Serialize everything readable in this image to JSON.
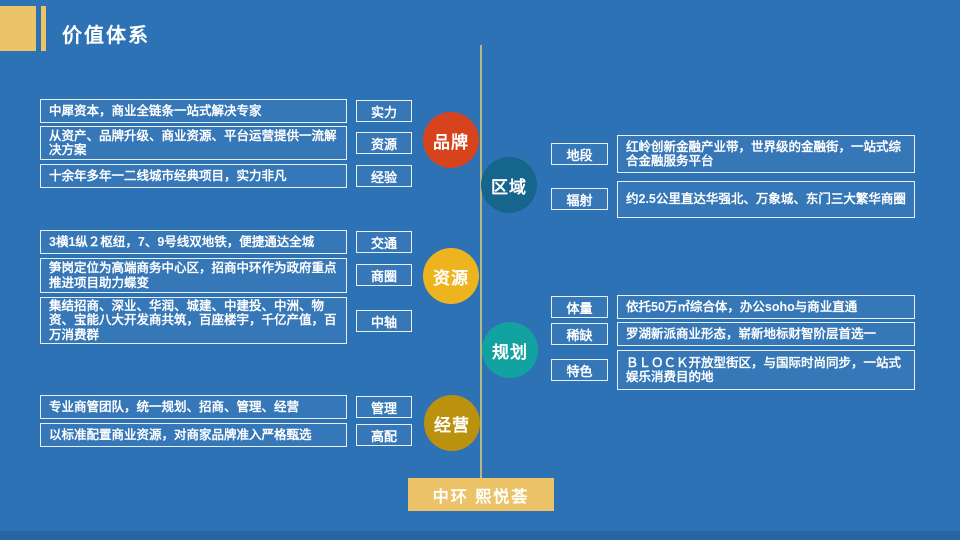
{
  "header": {
    "title": "价值体系"
  },
  "nodes": {
    "pinpai": "品牌",
    "quyu": "区域",
    "ziyuan": "资源",
    "guihua": "规划",
    "jingying": "经营"
  },
  "left": {
    "group1": {
      "items": [
        {
          "text": "中犀资本，商业全链条一站式解决专家",
          "tag": "实力"
        },
        {
          "text": "从资产、品牌升级、商业资源、平台运营提供一流解决方案",
          "tag": "资源"
        },
        {
          "text": "十余年多年一二线城市经典项目，实力非凡",
          "tag": "经验"
        }
      ]
    },
    "group2": {
      "items": [
        {
          "text": "3横1纵２枢纽，7、9号线双地铁，便捷通达全城",
          "tag": "交通"
        },
        {
          "text": "笋岗定位为高端商务中心区，招商中环作为政府重点推进项目助力蝶变",
          "tag": "商圈"
        },
        {
          "text": "集结招商、深业、华润、城建、中建投、中洲、物资、宝能八大开发商共筑，百座楼宇，千亿产值，百万消费群",
          "tag": "中轴"
        }
      ]
    },
    "group3": {
      "items": [
        {
          "text": "专业商管团队，统一规划、招商、管理、经营",
          "tag": "管理"
        },
        {
          "text": "以标准配置商业资源，对商家品牌准入严格甄选",
          "tag": "高配"
        }
      ]
    }
  },
  "right": {
    "group1": {
      "items": [
        {
          "tag": "地段",
          "text": "红岭创新金融产业带，世界级的金融街，一站式综合金融服务平台"
        },
        {
          "tag": "辐射",
          "text": "约2.5公里直达华强北、万象城、东门三大繁华商圈"
        }
      ]
    },
    "group2": {
      "items": [
        {
          "tag": "体量",
          "text": "依托50万㎡综合体，办公soho与商业直通"
        },
        {
          "tag": "稀缺",
          "text": "罗湖新派商业形态，崭新地标财智阶层首选一"
        },
        {
          "tag": "特色",
          "text": "ＢＬＯＣＫ开放型街区，与国际时尚同步，一站式娱乐消费目的地"
        }
      ]
    }
  },
  "brand": {
    "label": "中环 熙悦荟"
  },
  "colors": {
    "background": "#2e72b6",
    "gold_accent": "#ecc368",
    "spine": "#b5ba84",
    "node_pinpai": "#d7431d",
    "node_quyu": "#15658c",
    "node_ziyuan": "#edb41f",
    "node_guihua": "#12a3a0",
    "node_jingying": "#bb920e"
  }
}
